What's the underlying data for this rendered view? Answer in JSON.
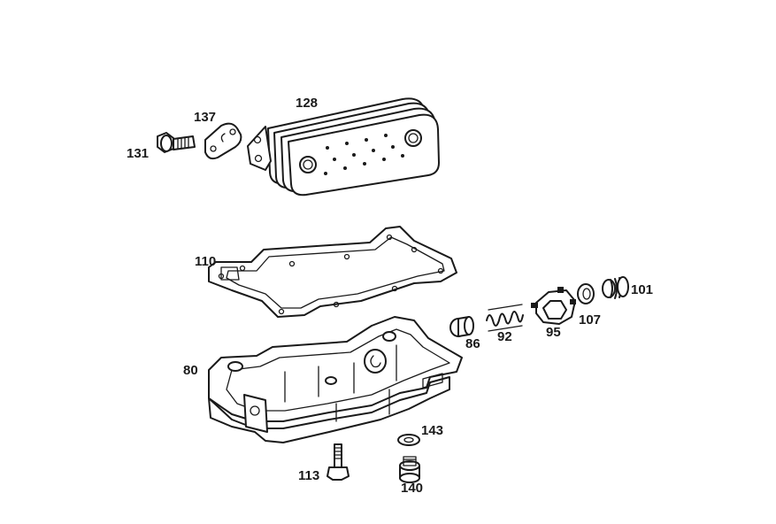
{
  "labels": {
    "p128": "128",
    "p137": "137",
    "p131": "131",
    "p110": "110",
    "p101": "101",
    "p107": "107",
    "p95": "95",
    "p92": "92",
    "p86": "86",
    "p80": "80",
    "p143": "143",
    "p113": "113",
    "p140": "140"
  }
}
